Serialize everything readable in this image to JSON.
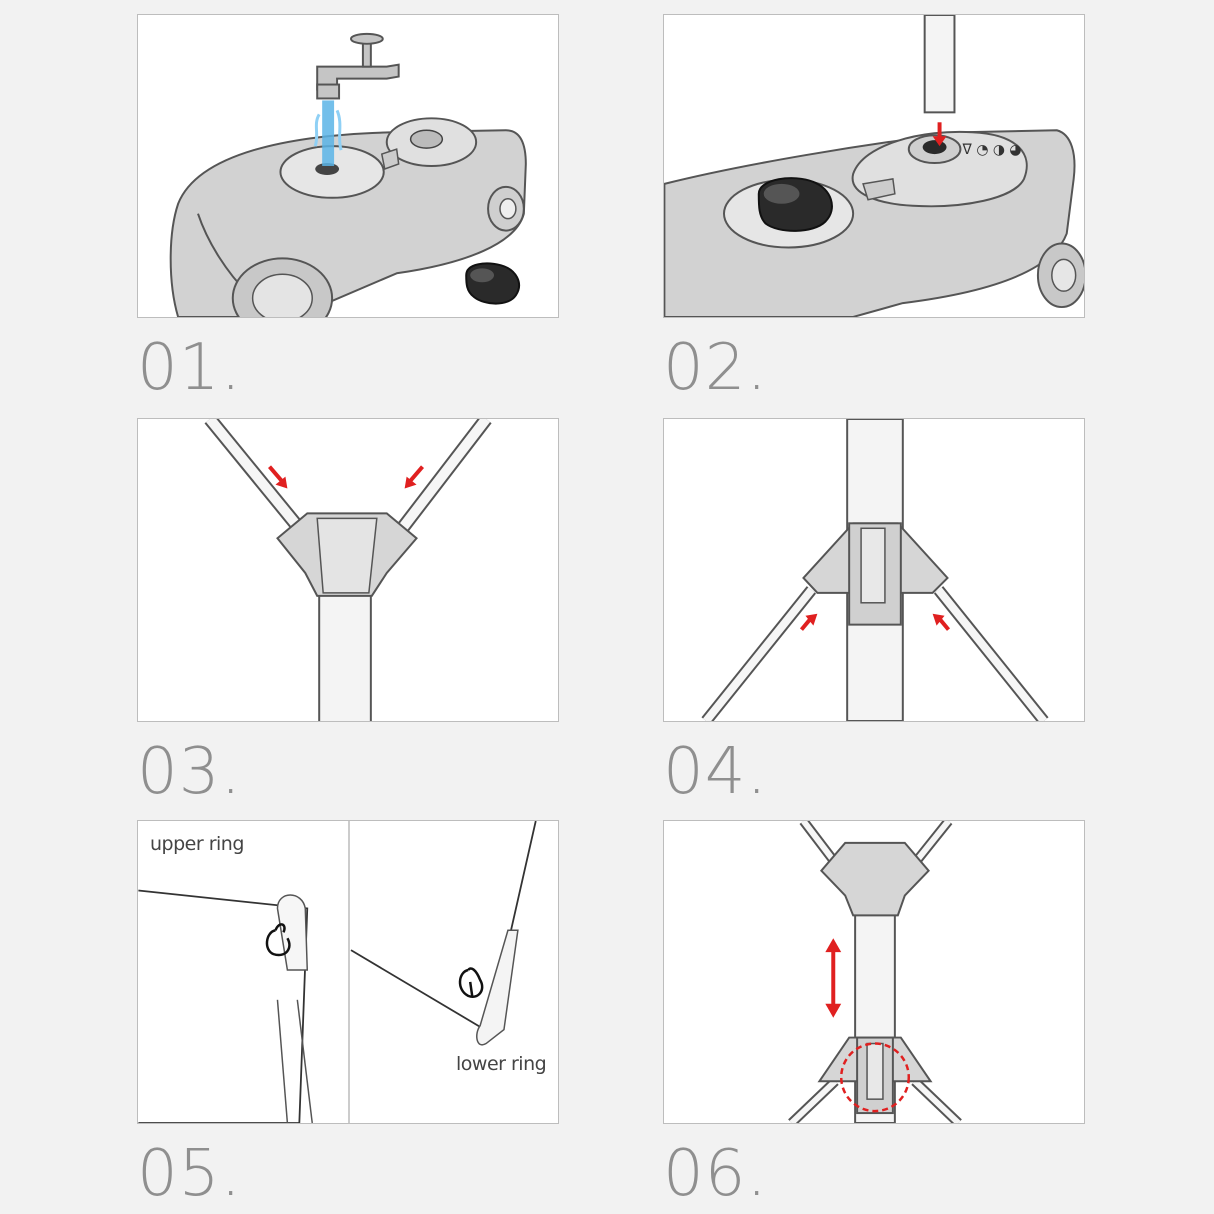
{
  "steps": [
    {
      "number": "01."
    },
    {
      "number": "02."
    },
    {
      "number": "03."
    },
    {
      "number": "04."
    },
    {
      "number": "05.",
      "upper_label": "upper ring",
      "lower_label": "lower ring"
    },
    {
      "number": "06."
    }
  ],
  "colors": {
    "arrow": "#e02020",
    "water": "#5ab4e6",
    "outline": "#555555",
    "fill": "#d0d0d0",
    "plug": "#2a2a2a"
  }
}
